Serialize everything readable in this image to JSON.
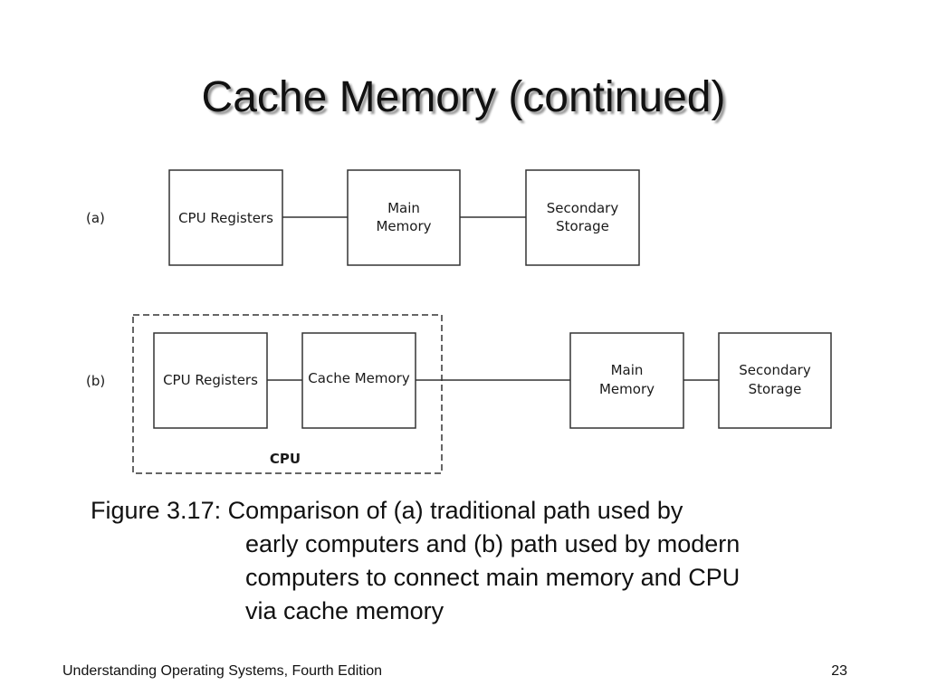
{
  "slide": {
    "title": "Cache Memory (continued)"
  },
  "diagram": {
    "a": {
      "label": "(a)",
      "cpu_registers": [
        "CPU Registers"
      ],
      "main_memory": [
        "Main",
        "Memory"
      ],
      "secondary_storage": [
        "Secondary",
        "Storage"
      ]
    },
    "b": {
      "label": "(b)",
      "cpu_registers": [
        "CPU Registers"
      ],
      "cache_memory": [
        "Cache Memory"
      ],
      "cpu_group_label": "CPU",
      "main_memory": [
        "Main",
        "Memory"
      ],
      "secondary_storage": [
        "Secondary",
        "Storage"
      ]
    }
  },
  "caption": {
    "lines": [
      "Figure 3.17: Comparison of (a) traditional path used by",
      "early computers and (b) path used by modern",
      "computers to connect main memory and CPU",
      "via cache memory"
    ]
  },
  "footer": {
    "book": "Understanding Operating Systems, Fourth Edition",
    "page": "23"
  }
}
